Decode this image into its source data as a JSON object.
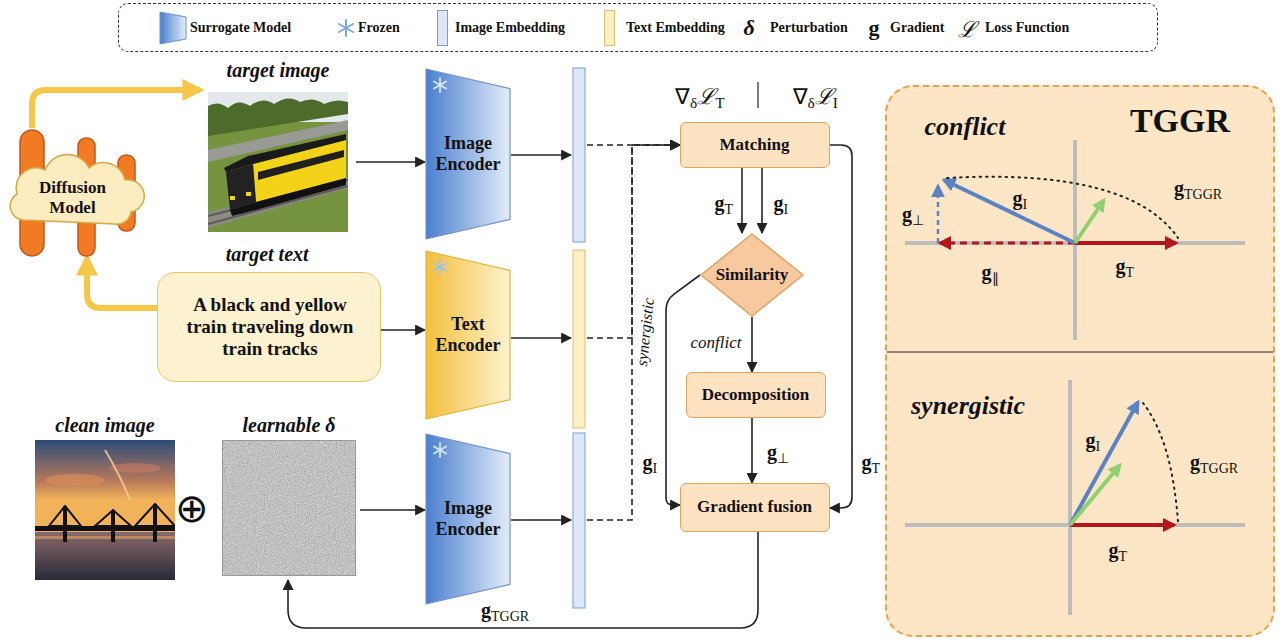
{
  "diagram": {
    "nodes": [
      {
        "text": [
          "Diffusion Model"
        ]
      },
      {
        "text": [
          "target image"
        ]
      },
      {
        "text": [
          "target text",
          "A black and yellow train traveling down train tracks"
        ]
      },
      {
        "text": [
          "clean image"
        ]
      },
      {
        "text": [
          "learnable δ"
        ]
      },
      {
        "text": [
          "Image Encoder"
        ]
      },
      {
        "text": [
          "Text Encoder"
        ]
      },
      {
        "text": [
          "Image Encoder"
        ]
      },
      {
        "text": [
          "Matching"
        ]
      },
      {
        "text": [
          "Similarity"
        ]
      },
      {
        "text": [
          "Decomposition"
        ]
      },
      {
        "text": [
          "Gradient fusion"
        ]
      },
      {
        "text": [
          "TGGR"
        ]
      }
    ],
    "edges": [
      {
        "from": 0,
        "to": 1,
        "arrow": "to"
      },
      {
        "from": 2,
        "to": 0,
        "arrow": "to"
      },
      {
        "from": 1,
        "to": 5,
        "arrow": "to"
      },
      {
        "from": 2,
        "to": 6,
        "arrow": "to"
      },
      {
        "from": 4,
        "to": 7,
        "arrow": "to"
      },
      {
        "from": 5,
        "to": 8,
        "arrow": "to"
      },
      {
        "from": 6,
        "to": 8,
        "arrow": "to"
      },
      {
        "from": 7,
        "to": 8,
        "arrow": "to"
      },
      {
        "from": 8,
        "to": 9,
        "label": "gT",
        "arrow": "to"
      },
      {
        "from": 8,
        "to": 9,
        "label": "gI",
        "arrow": "to"
      },
      {
        "from": 9,
        "to": 11,
        "label": "synergistic",
        "arrow": "to"
      },
      {
        "from": 9,
        "to": 10,
        "label": "conflict",
        "arrow": "to"
      },
      {
        "from": 10,
        "to": 11,
        "label": "g⊥",
        "arrow": "to"
      },
      {
        "from": 8,
        "to": 11,
        "label": "gT",
        "arrow": "to"
      },
      {
        "from": 11,
        "to": 4,
        "label": "gTGGR",
        "arrow": "to"
      }
    ],
    "labels": [
      "∇δℒT",
      "∇δℒI",
      "⊕",
      "gI",
      "conflict",
      "gI",
      "g⊥",
      "g∥",
      "gT",
      "gTGGR",
      "synergistic",
      "gI",
      "gT",
      "gTGGR",
      "δ",
      "g",
      "ℒ"
    ],
    "legend": [
      {
        "text": "Surrogate Model"
      },
      {
        "text": "Frozen"
      },
      {
        "text": "Image Embedding",
        "color": "#dce8f7"
      },
      {
        "text": "Text Embedding",
        "color": "#fdf0c4"
      },
      {
        "text": "Perturbation"
      },
      {
        "text": "Gradient"
      },
      {
        "text": "Loss Function"
      }
    ]
  }
}
